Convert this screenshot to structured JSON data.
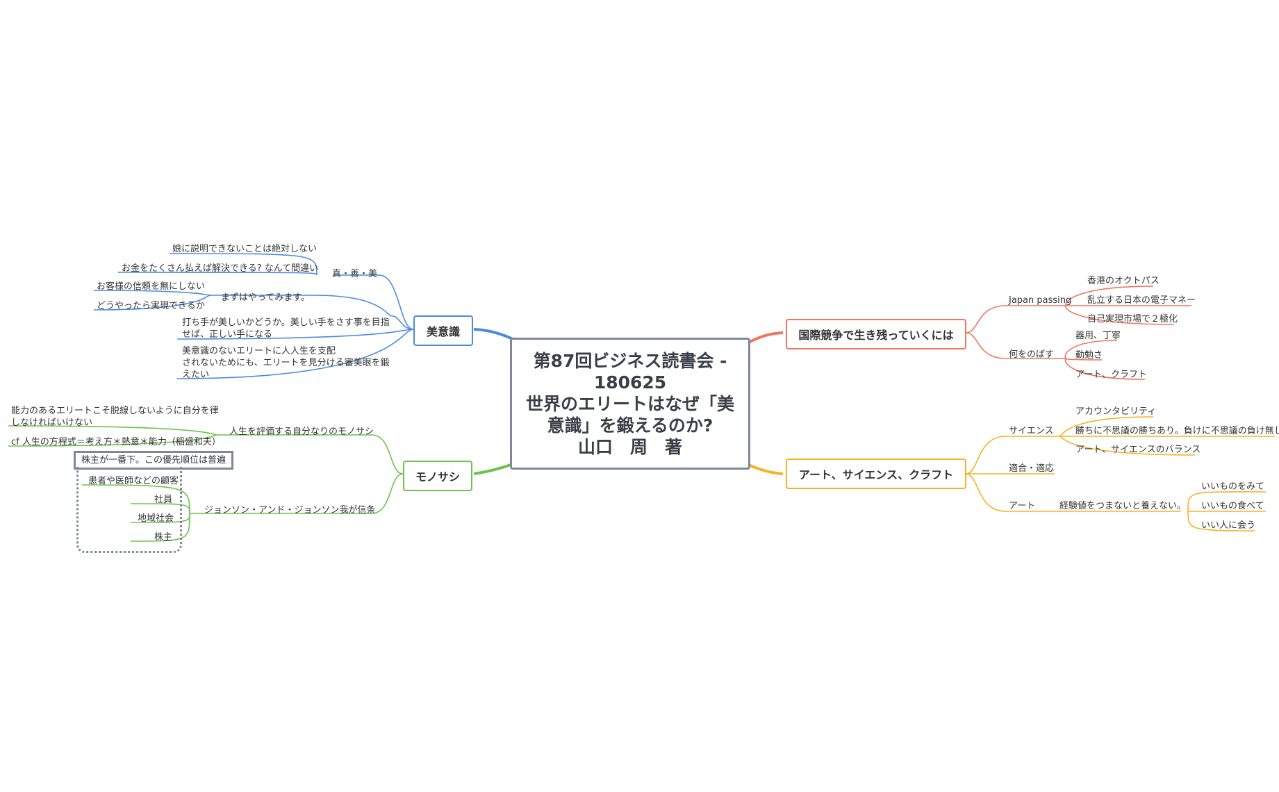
{
  "central": {
    "line1": "第87回ビジネス読書会 -",
    "line2": "180625",
    "line3": "世界のエリートはなぜ「美",
    "line4": "意識」を鍛えるのか?",
    "line5": "山口　周　著"
  },
  "colors": {
    "blue": "#4a8be0",
    "green": "#6cc24a",
    "red": "#f07560",
    "yellow": "#f5b324",
    "gray": "#7f8896"
  },
  "left": {
    "biishiki": {
      "label": "美意識",
      "shinzenbi": {
        "label": "真・善・美",
        "items": [
          "娘に説明できないことは絶対しない",
          "お金をたくさん払えば解決できる?  なんて間違い"
        ],
        "mazu": {
          "label": "まずはやってみます。",
          "items": [
            "お客様の信頼を無にしない",
            "どうやったら実現できるか"
          ]
        }
      },
      "note1": {
        "l1": "打ち手が美しいかどうか。美しい手をさす事を目指",
        "l2": "せば、正しい手になる"
      },
      "note2": {
        "l1": "美意識のないエリートに人人生を支配",
        "l2": "されないためにも、エリートを見分ける審美眼を鍛",
        "l3": "えたい"
      }
    },
    "monosashi": {
      "label": "モノサシ",
      "jinsei": {
        "label": "人生を評価する自分なりのモノサシ",
        "item1": {
          "l1": "能力のあるエリートこそ脱線しないように自分を律",
          "l2": "しなければいけない"
        },
        "item2": "cf 人生の方程式＝考え方＊熱意＊能力（稲盛和夫）"
      },
      "jnj": {
        "label": "ジョンソン・アンド・ジョンソン我が信条",
        "summary": "株主が一番下。この優先順位は普遍",
        "items": [
          "患者や医師などの顧客",
          "社員",
          "地域社会",
          "株主"
        ]
      }
    }
  },
  "right": {
    "kokusai": {
      "label": "国際競争で生き残っていくには",
      "japan": {
        "label": "Japan passing",
        "items": [
          "香港のオクトパス",
          "乱立する日本の電子マネー",
          "自己実現市場で２極化"
        ]
      },
      "nobasu": {
        "label": "何をのばす",
        "items": [
          "器用、丁寧",
          "勤勉さ",
          "アート、クラフト"
        ]
      }
    },
    "art": {
      "label": "アート、サイエンス、クラフト",
      "science": {
        "label": "サイエンス",
        "items": [
          "アカウンタビリティ",
          "勝ちに不思議の勝ちあり。負けに不思議の負け無し。",
          "アート、サイエンスのバランス"
        ]
      },
      "tekigo": {
        "label": "適合・適応"
      },
      "artnode": {
        "label": "アート",
        "keiken": {
          "label": "経験値をつまないと養えない。",
          "items": [
            "いいものをみて",
            "いいもの食べて",
            "いい人に会う"
          ]
        }
      }
    }
  }
}
